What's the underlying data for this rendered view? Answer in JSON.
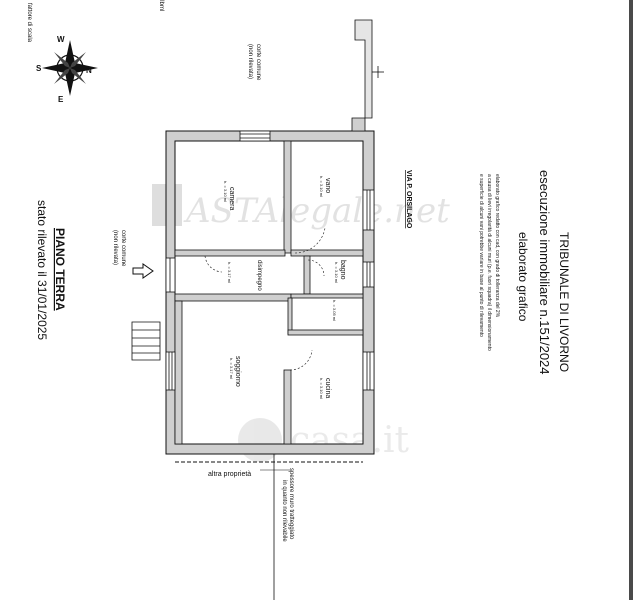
{
  "header": {
    "tribunal": "TRIBUNALE DI LIVORNO",
    "case_line": "esecuzione immobiliare n.151/2024",
    "doc_type": "elaborato grafico",
    "notes": [
      "elaborato grafico redatto con cad, con grado di tolleranza del 2%",
      "a causa di lievi irregolarità di alcuni muri (p.e. fuori squadra) il dimensionamento",
      "e superficie di alcuni vani potrebbe variare in base al punto di rilevamento"
    ]
  },
  "floor": {
    "name": "PIANO TERRA",
    "survey_date": "stato rilevato il 31/01/2025"
  },
  "street": "VIA P. ORSILAGO",
  "compass": {
    "north": "N",
    "south": "S",
    "east": "E",
    "west": "W"
  },
  "rooms": {
    "camera": {
      "name": "camera",
      "height": "h. = 3.10 ml"
    },
    "vano": {
      "name": "vano",
      "height": "h. = 3.10 ml"
    },
    "disimpegno": {
      "name": "disimpegno",
      "height": "h. = 3.17 ml"
    },
    "bagno": {
      "name": "bagno",
      "height": "h. = 3.10 ml"
    },
    "ripostiglio": {
      "height": "h. = 3.05 ml"
    },
    "soggiorno": {
      "name": "soggiorno",
      "height": "h. = 3.17 ml"
    },
    "cucina": {
      "name": "cucina",
      "height": "h. = 3.10 ml"
    }
  },
  "labels": {
    "corte_top_1": "corte comune",
    "corte_top_2": "(non rilevata)",
    "corte_left_1": "corte comune",
    "corte_left_2": "(non rilevata)",
    "altra_proprieta": "altra proprietà",
    "spessore_1": "spessore muro tratteggiato",
    "spessore_2": "in quanto non rilevabile",
    "top_fragment_1": "fattore di scala",
    "top_fragment_2": "Ibml"
  },
  "watermarks": {
    "asta": "ASTAlegale.net",
    "casa": "casa.it"
  }
}
